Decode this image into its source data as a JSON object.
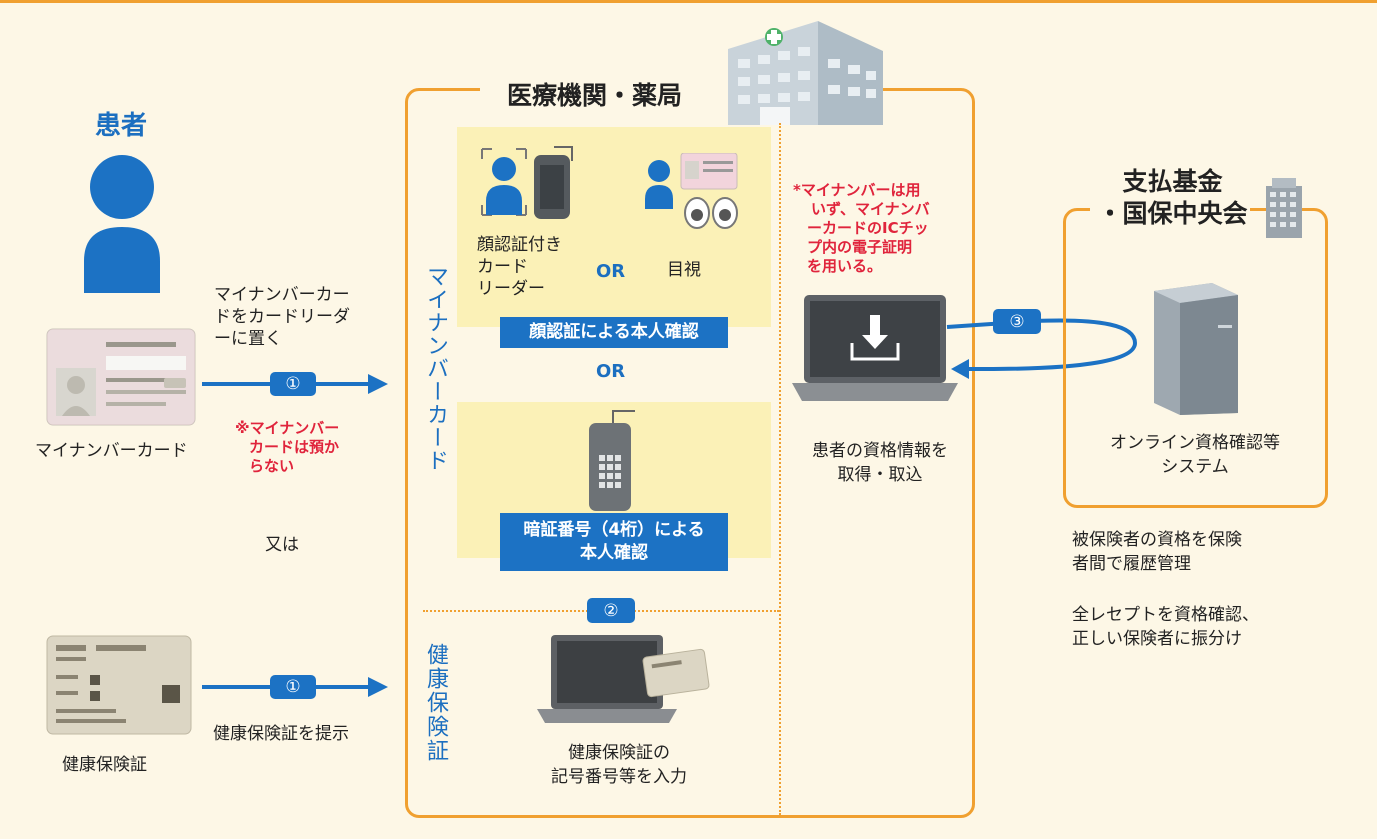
{
  "colors": {
    "accent_blue": "#1c72c4",
    "orange_border": "#f0a030",
    "warning_red": "#e0243c",
    "panel_yellow": "#fbf1b7",
    "background": "#fdf7e6"
  },
  "patient": {
    "title": "患者",
    "card_caption": "マイナンバーカード",
    "insurance_caption": "健康保険証"
  },
  "flow_mynumber": {
    "instruction_lines": [
      "マイナンバーカー",
      "ドをカードリーダ",
      "ーに置く"
    ],
    "step": "①",
    "note_lines": [
      "※マイナンバー",
      "カードは預か",
      "らない"
    ]
  },
  "or_text": "又は",
  "flow_insurance": {
    "step": "①",
    "instruction": "健康保険証を提示"
  },
  "institution": {
    "title": "医療機関・薬局",
    "mynumber_label": "マイナンバーカード",
    "insurance_label": "健康保険証",
    "face_reader_lines": [
      "顔認証付き",
      "カード",
      "リーダー"
    ],
    "or_label": "OR",
    "visual_label": "目視",
    "face_auth_box": "顔認証による本人確認",
    "or_middle": "OR",
    "pin_box_lines": [
      "暗証番号（4桁）による",
      "本人確認"
    ],
    "step2": "②",
    "insurance_entry_lines": [
      "健康保険証の",
      "記号番号等を入力"
    ],
    "note_lines": [
      "*マイナンバーは用",
      "いず、マイナンバ",
      "ーカードのICチッ",
      "プ内の電子証明",
      "を用いる。"
    ],
    "acquire_lines": [
      "患者の資格情報を",
      "取得・取込"
    ]
  },
  "fund": {
    "title_lines": [
      "支払基金",
      "・国保中央会"
    ],
    "step3": "③",
    "system_lines": [
      "オンライン資格確認等",
      "システム"
    ],
    "desc1_lines": [
      "被保険者の資格を保険",
      "者間で履歴管理"
    ],
    "desc2_lines": [
      "全レセプトを資格確認、",
      "正しい保険者に振分け"
    ]
  },
  "icons": [
    "person-icon",
    "mynumber-card-icon",
    "insurance-card-icon",
    "hospital-building-icon",
    "face-reader-icon",
    "smartphone-reader-icon",
    "eyes-icon",
    "pin-pad-icon",
    "laptop-icon",
    "download-icon",
    "server-icon",
    "office-building-icon"
  ]
}
